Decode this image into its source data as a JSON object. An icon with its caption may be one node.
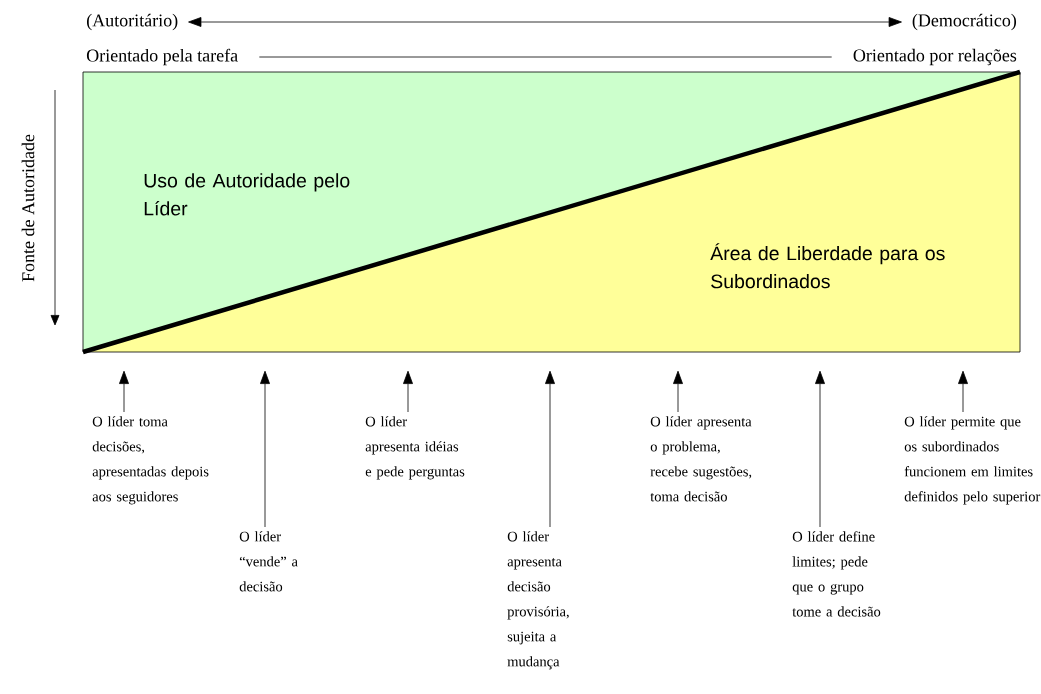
{
  "diagram": {
    "nodes": [
      {
        "text": [
          "(Autoritário)"
        ]
      },
      {
        "text": [
          "(Democrático)"
        ]
      },
      {
        "text": [
          "Orientado pela tarefa"
        ]
      },
      {
        "text": [
          "Orientado por relações"
        ]
      },
      {
        "text": [
          "Uso de Autoridade pelo Líder",
          "Área de Liberdade para os Subordinados"
        ]
      },
      {
        "text": [
          "O líder toma decisões, apresentadas depois aos seguidores"
        ]
      },
      {
        "text": [
          "O líder “vende” a decisão"
        ]
      },
      {
        "text": [
          "O líder apresenta idéias e pede perguntas"
        ]
      },
      {
        "text": [
          "O líder apresenta decisão provisória, sujeita a mudança"
        ]
      },
      {
        "text": [
          "O líder apresenta o problema, recebe sugestões, toma decisão"
        ]
      },
      {
        "text": [
          "O líder define limites; pede que o grupo tome a decisão"
        ]
      },
      {
        "text": [
          "O líder permite que os subordinados funcionem em limites definidos pelo superior"
        ]
      }
    ],
    "edges": [
      {
        "from": 0,
        "to": 1,
        "arrow": "both"
      },
      {
        "from": 2,
        "to": 3,
        "arrow": "none"
      },
      {
        "from": 5,
        "to": null,
        "arrow": "to"
      },
      {
        "from": 6,
        "to": null,
        "arrow": "to"
      },
      {
        "from": 7,
        "to": null,
        "arrow": "to"
      },
      {
        "from": 8,
        "to": null,
        "arrow": "to"
      },
      {
        "from": 9,
        "to": null,
        "arrow": "to"
      },
      {
        "from": 10,
        "to": null,
        "arrow": "to"
      },
      {
        "from": 11,
        "to": null,
        "arrow": "to"
      }
    ],
    "labels": [
      "Fonte de Autoridade"
    ]
  }
}
